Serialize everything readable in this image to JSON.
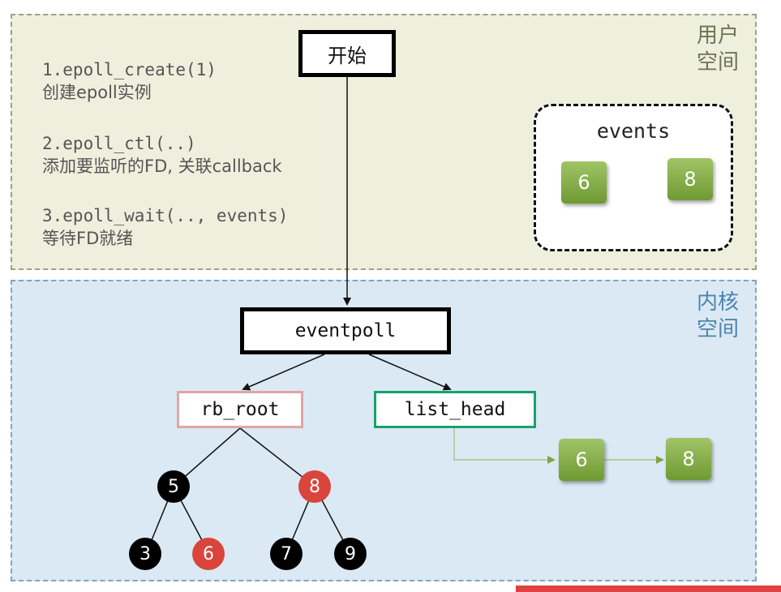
{
  "regions": {
    "user_space": "用户\n空间",
    "kernel_space": "内核\n空间"
  },
  "steps": [
    {
      "code": "1.epoll_create(1)",
      "desc": "创建epoll实例"
    },
    {
      "code": "2.epoll_ctl(..)",
      "desc": "添加要监听的FD, 关联callback"
    },
    {
      "code": "3.epoll_wait(.., events)",
      "desc": "等待FD就绪"
    }
  ],
  "boxes": {
    "start": "开始",
    "eventpoll": "eventpoll",
    "rb_root": "rb_root",
    "list_head": "list_head"
  },
  "events_container": {
    "label": "events",
    "items": [
      "6",
      "8"
    ]
  },
  "ready_list": [
    "6",
    "8"
  ],
  "tree": {
    "level1": [
      {
        "v": "5",
        "color": "black"
      },
      {
        "v": "8",
        "color": "red"
      }
    ],
    "level2": [
      {
        "v": "3",
        "color": "black"
      },
      {
        "v": "6",
        "color": "red"
      },
      {
        "v": "7",
        "color": "black"
      },
      {
        "v": "9",
        "color": "black"
      }
    ]
  },
  "colors": {
    "user_bg": "#eef0dd",
    "kernel_bg": "#dbe9f4",
    "node_red": "#d9453b",
    "node_black": "#000000",
    "item_green": "#7ea83f",
    "list_head_border": "#15a36a",
    "rb_root_border": "#e0a5a5"
  }
}
